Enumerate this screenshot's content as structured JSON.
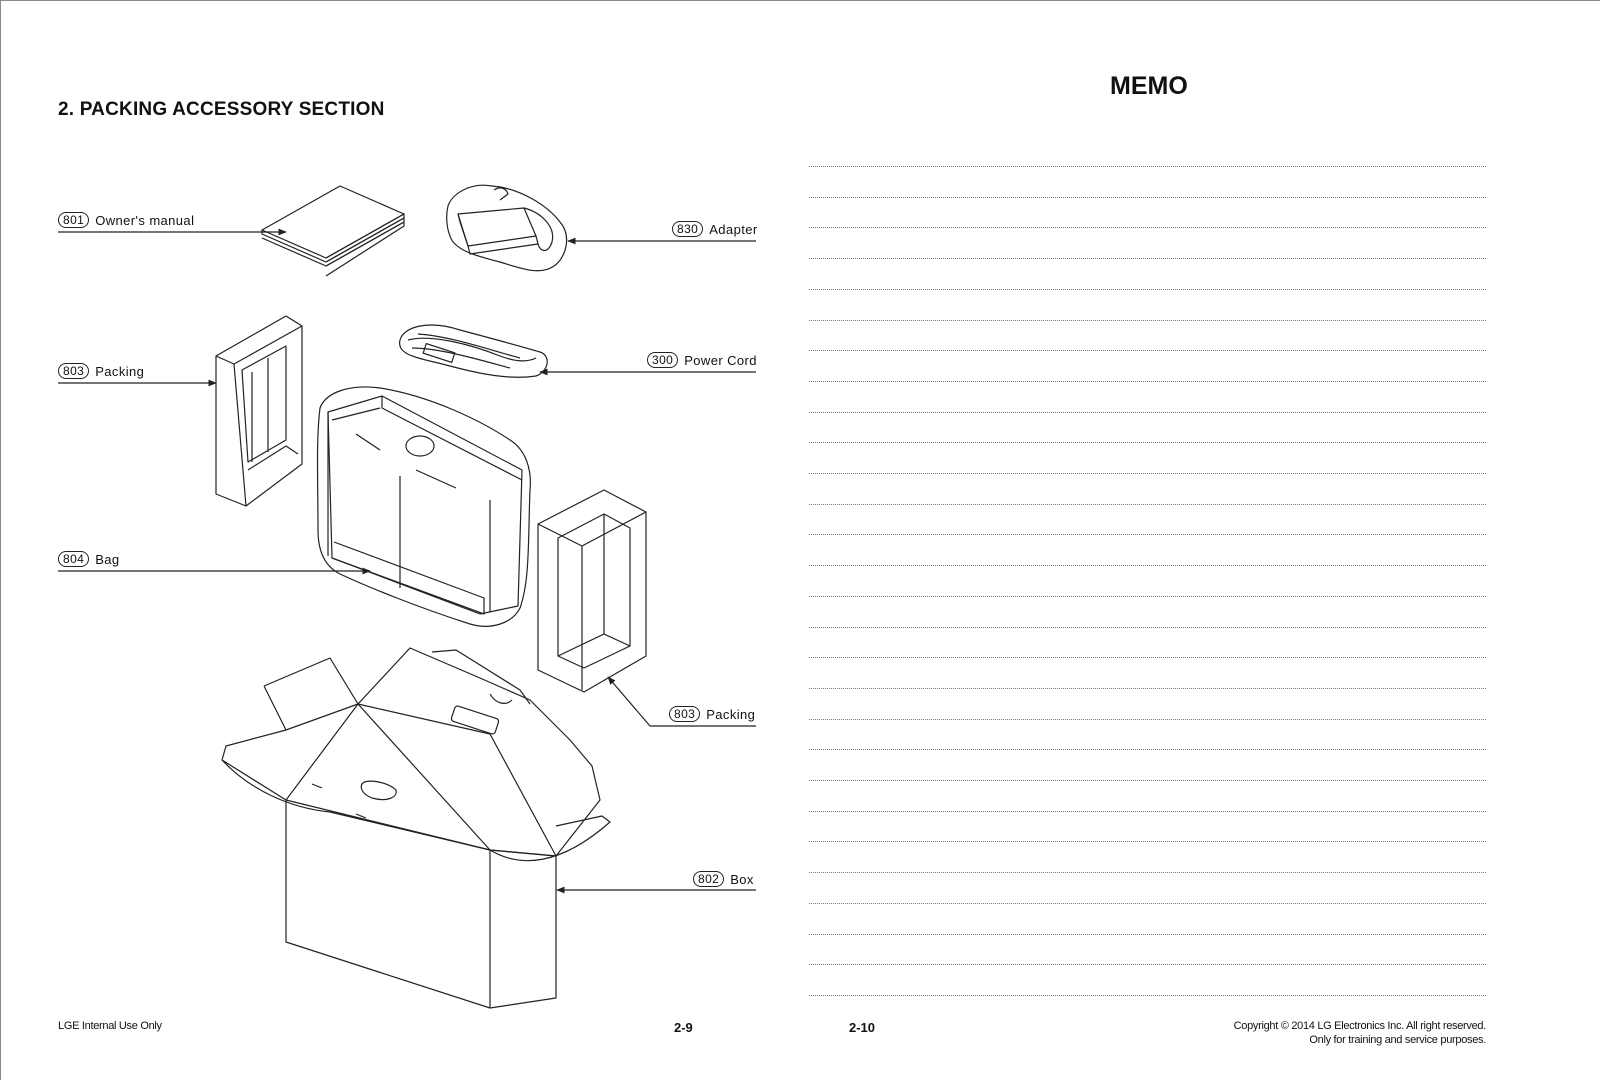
{
  "left_page": {
    "section_title": "2. PACKING ACCESSORY SECTION",
    "callouts": [
      {
        "num": "801",
        "label": "Owner's manual"
      },
      {
        "num": "830",
        "label": "Adapter"
      },
      {
        "num": "803",
        "label": "Packing"
      },
      {
        "num": "300",
        "label": "Power Cord"
      },
      {
        "num": "804",
        "label": "Bag"
      },
      {
        "num": "803",
        "label": "Packing"
      },
      {
        "num": "802",
        "label": "Box"
      }
    ],
    "footer_left": "LGE Internal Use Only",
    "page_number": "2-9"
  },
  "right_page": {
    "title": "MEMO",
    "page_number": "2-10",
    "copyright_line1": "Copyright © 2014 LG Electronics Inc. All right reserved.",
    "copyright_line2": "Only for training and service purposes."
  }
}
